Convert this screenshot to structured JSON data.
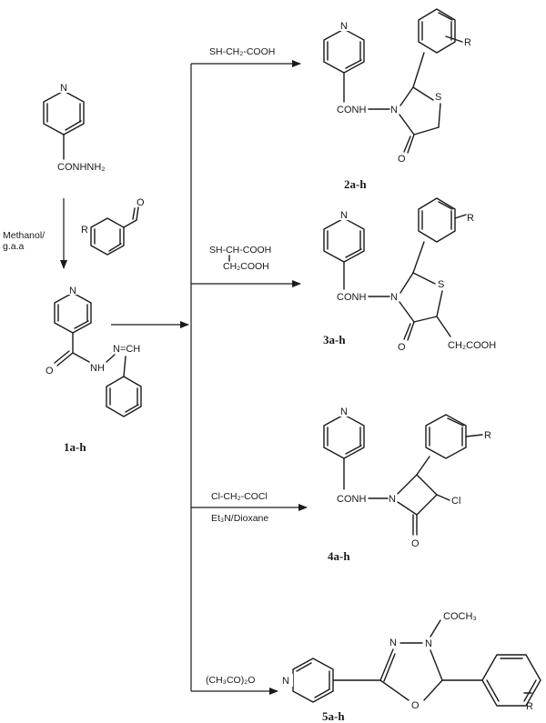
{
  "labels": {
    "isoniazid_group": "CONHNH₂",
    "reagent_step1": [
      "Methanol/",
      "g.a.a"
    ],
    "aldehyde_R": "R",
    "aldehyde_O": "O",
    "hydrazone_NCH": "N=CH",
    "hydrazone_NH": "NH",
    "N": "N",
    "S": "S",
    "O": "O",
    "R": "R",
    "CONH": "CONH",
    "reagent_2": "SH-CH₂-COOH",
    "reagent_3": [
      "SH-CH-COOH",
      "CH₂COOH"
    ],
    "reagent_4": [
      "Cl-CH₂-COCl",
      "Et₃N/Dioxane"
    ],
    "reagent_5": "(CH₃CO)₂O",
    "substituent_3": "CH₂COOH",
    "substituent_4": "Cl",
    "substituent_5": "COCH₃"
  },
  "compounds": {
    "c1": "1a-h",
    "c2": "2a-h",
    "c3": "3a-h",
    "c4": "4a-h",
    "c5": "5a-h"
  }
}
